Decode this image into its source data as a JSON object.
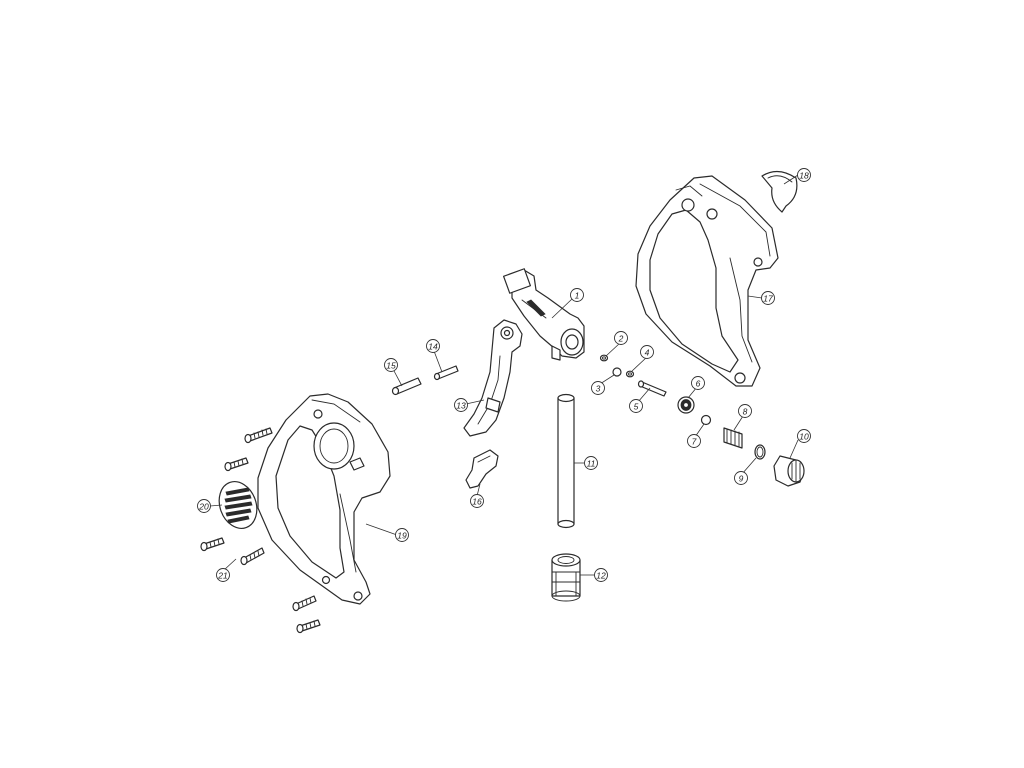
{
  "diagram": {
    "callouts": [
      {
        "label": "1"
      },
      {
        "label": "2",
        "highlighted": true
      },
      {
        "label": "3",
        "highlighted": true
      },
      {
        "label": "4",
        "highlighted": true
      },
      {
        "label": "5",
        "highlighted": true
      },
      {
        "label": "6",
        "highlighted": true
      },
      {
        "label": "7",
        "highlighted": true
      },
      {
        "label": "8"
      },
      {
        "label": "9",
        "highlighted": true
      },
      {
        "label": "10"
      },
      {
        "label": "11"
      },
      {
        "label": "12"
      },
      {
        "label": "13"
      },
      {
        "label": "14"
      },
      {
        "label": "15"
      },
      {
        "label": "16"
      },
      {
        "label": "17"
      },
      {
        "label": "18"
      },
      {
        "label": "19"
      },
      {
        "label": "20"
      },
      {
        "label": "21"
      }
    ],
    "colors": {
      "highlight": "#e8556b",
      "normal": "#ffffff",
      "line": "#2b2b2b"
    }
  }
}
